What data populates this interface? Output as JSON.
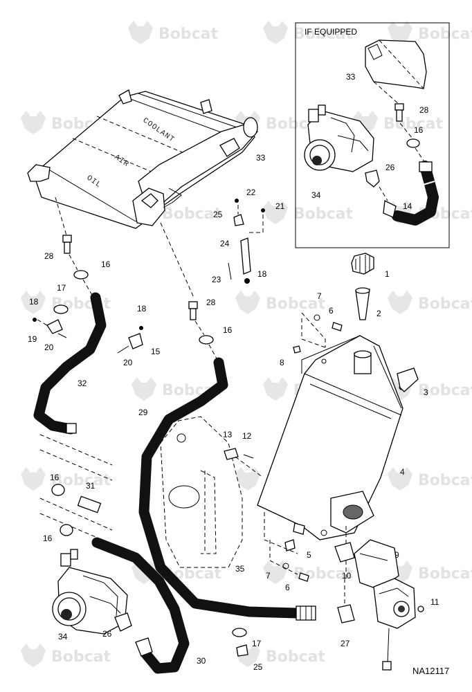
{
  "watermark": {
    "brand_text": "Bobcat",
    "mark_name": "bobcat-logo-icon"
  },
  "inset": {
    "title": "IF EQUIPPED"
  },
  "stencil": {
    "coolant": "COOLANT",
    "air": "AIR",
    "oil": "OIL"
  },
  "drawing_number": "NA12117",
  "callouts": [
    "1",
    "2",
    "3",
    "4",
    "5",
    "6",
    "6",
    "7",
    "7",
    "8",
    "9",
    "10",
    "11",
    "12",
    "13",
    "14",
    "15",
    "16",
    "16",
    "16",
    "16",
    "16",
    "17",
    "17",
    "18",
    "18",
    "18",
    "19",
    "20",
    "20",
    "21",
    "22",
    "23",
    "24",
    "25",
    "25",
    "26",
    "26",
    "27",
    "28",
    "28",
    "28",
    "29",
    "30",
    "31",
    "32",
    "33",
    "33",
    "34",
    "34",
    "35"
  ]
}
